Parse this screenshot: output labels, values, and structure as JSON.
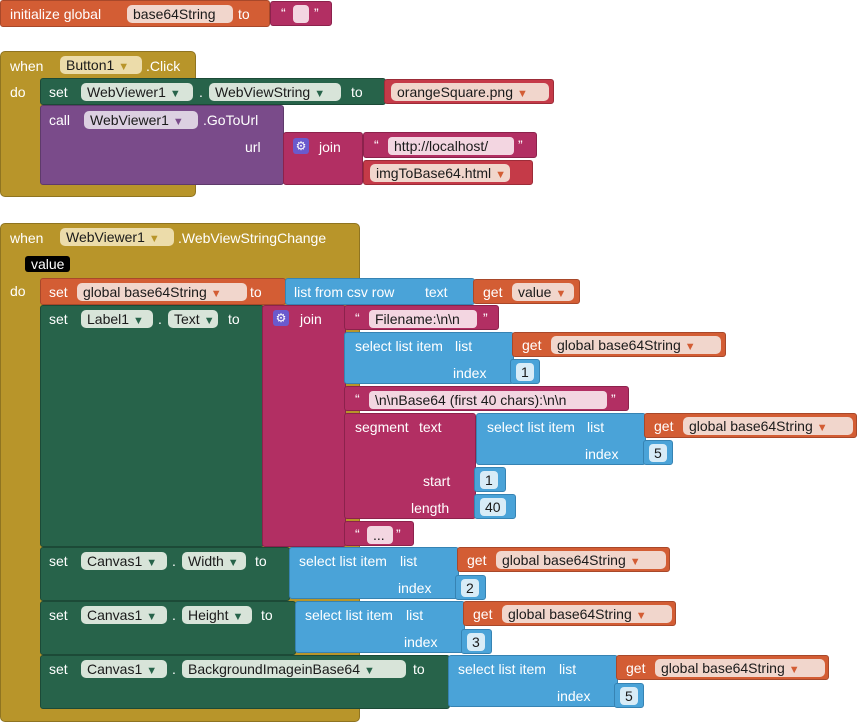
{
  "init": {
    "label": "initialize global",
    "var": "base64String",
    "to": "to",
    "open_quote": "“",
    "close_quote": "”"
  },
  "event1": {
    "when": "when",
    "component": "Button1",
    "event": ".Click",
    "do": "do",
    "set1": {
      "set": "set",
      "component": "WebViewer1",
      "dot": ".",
      "prop": "WebViewString",
      "to": "to",
      "value": "orangeSquare.png"
    },
    "call": {
      "call": "call",
      "component": "WebViewer1",
      "method": ".GoToUrl",
      "url": "url",
      "join": "join",
      "text1": "http://localhost/",
      "text2": "imgToBase64.html"
    }
  },
  "event2": {
    "when": "when",
    "component": "WebViewer1",
    "event": ".WebViewStringChange",
    "param": "value",
    "do": "do",
    "set1": {
      "set": "set",
      "var": "global base64String",
      "to": "to",
      "func": "list from csv row",
      "text": "text",
      "get": "get",
      "getvar": "value"
    },
    "set2": {
      "set": "set",
      "component": "Label1",
      "dot": ".",
      "prop": "Text",
      "to": "to",
      "join": "join",
      "str1": "Filename:\\n\\n",
      "sel1": {
        "label": "select list item",
        "list": "list",
        "get": "get",
        "var": "global base64String",
        "index": "index",
        "indexval": "1"
      },
      "str2": "\\n\\nBase64 (first 40 chars):\\n\\n",
      "seg": {
        "label": "segment",
        "text": "text",
        "sel_label": "select list item",
        "list": "list",
        "get": "get",
        "var": "global base64String",
        "index": "index",
        "indexval": "5",
        "start": "start",
        "startval": "1",
        "length": "length",
        "lengthval": "40"
      },
      "str3": "..."
    },
    "set3": {
      "set": "set",
      "component": "Canvas1",
      "dot": ".",
      "prop": "Width",
      "to": "to",
      "sel": "select list item",
      "list": "list",
      "get": "get",
      "var": "global base64String",
      "index": "index",
      "indexval": "2"
    },
    "set4": {
      "set": "set",
      "component": "Canvas1",
      "dot": ".",
      "prop": "Height",
      "to": "to",
      "sel": "select list item",
      "list": "list",
      "get": "get",
      "var": "global base64String",
      "index": "index",
      "indexval": "3"
    },
    "set5": {
      "set": "set",
      "component": "Canvas1",
      "dot": ".",
      "prop": "BackgroundImageinBase64",
      "to": "to",
      "sel": "select list item",
      "list": "list",
      "get": "get",
      "var": "global base64String",
      "index": "index",
      "indexval": "5"
    }
  },
  "colors": {
    "variables": "#d35d34",
    "control": "#b8952a",
    "components_set": "#27634a",
    "components_call": "#7a4b8a",
    "text": "#b22f63",
    "lists": "#4aa3d8"
  },
  "icons": {
    "dropdown": "triangle-down",
    "mutator": "gear"
  }
}
